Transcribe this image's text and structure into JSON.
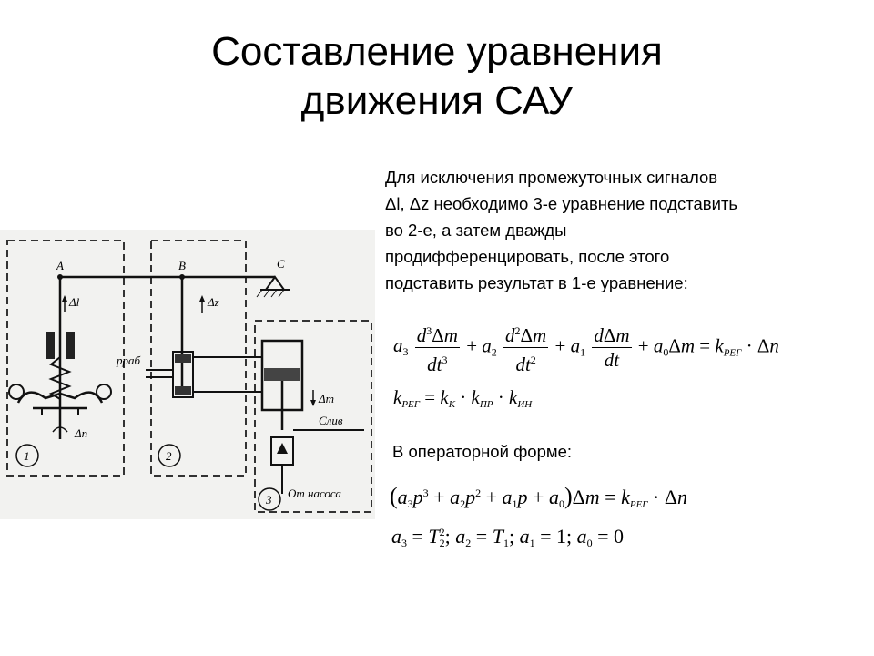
{
  "slide": {
    "title_line1": "Составление уравнения",
    "title_line2": "движения САУ",
    "paragraph": "Для исключения промежуточных сигналов\nΔl, Δz необходимо 3-е уравнение подставить\nво 2-е, а затем дважды\nпродифференцировать, после этого\nподставить результат в 1-е уравнение:",
    "operator_label": "В операторной форме:"
  },
  "figure": {
    "labels": {
      "a": "A",
      "b": "B",
      "c": "C",
      "dl": "Δl",
      "dz": "Δz",
      "dm": "Δm",
      "dn": "Δn",
      "p_work": "pраб",
      "drain": "Слив",
      "pump": "От насоса",
      "block1": "1",
      "block2": "2",
      "block3": "3"
    }
  },
  "equations": {
    "eq1": "a3·d³Δm/dt³ + a2·d²Δm/dt² + a1·dΔm/dt + a0Δm = kРЕГ·Δn",
    "eq2": "kРЕГ = kК·kПР·kИН",
    "eq3": "(a3p³ + a2p² + a1p + a0)Δm = kРЕГ·Δn",
    "eq4": "a3 = T2²; a2 = T1; a1 = 1; a0 = 0"
  }
}
